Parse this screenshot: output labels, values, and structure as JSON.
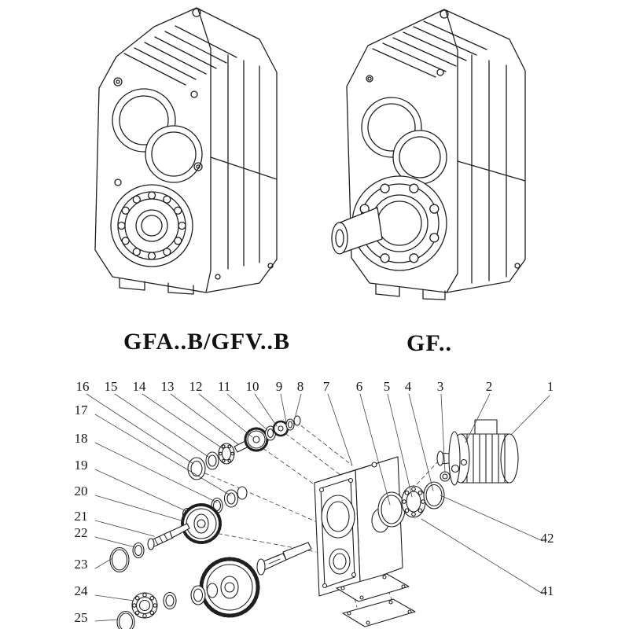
{
  "page": {
    "background_color": "#ffffff",
    "line_color": "#1f1f1f"
  },
  "model_labels": {
    "left": "GFA..B/GFV..B",
    "right": "GF.."
  },
  "callouts": {
    "top": [
      "16",
      "15",
      "14",
      "13",
      "12",
      "11",
      "10",
      "9",
      "8",
      "7",
      "6",
      "5",
      "4",
      "3",
      "2",
      "1"
    ],
    "left": [
      "17",
      "18",
      "19",
      "20",
      "21",
      "22",
      "23",
      "24",
      "25"
    ],
    "right": [
      "42",
      "41"
    ]
  }
}
